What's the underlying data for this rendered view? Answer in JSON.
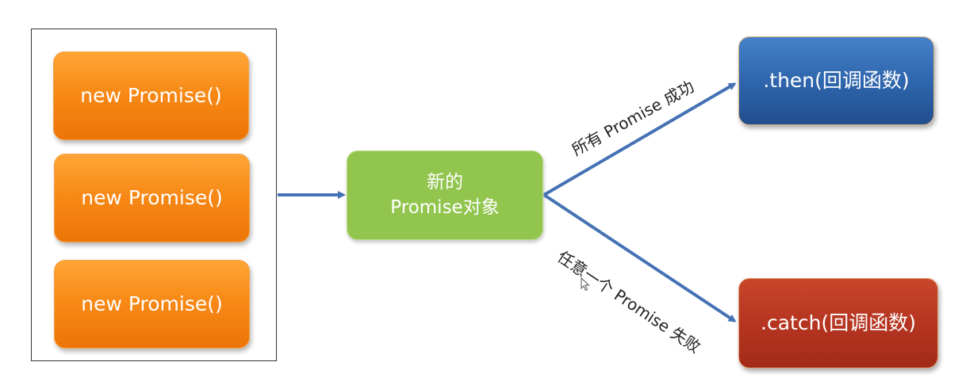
{
  "nodes": {
    "promises": [
      {
        "label": "new Promise()"
      },
      {
        "label": "new Promise()"
      },
      {
        "label": "new Promise()"
      }
    ],
    "new_promise": {
      "line1": "新的",
      "line2": "Promise对象"
    },
    "then": {
      "label": ".then(回调函数)"
    },
    "catch": {
      "label": ".catch(回调函数)"
    }
  },
  "edges": {
    "to_then_label": "所有 Promise 成功",
    "to_catch_label": "任意一个 Promise 失败"
  },
  "colors": {
    "promise_orange": "#f88a17",
    "new_green": "#91c54e",
    "then_blue": "#2f66ad",
    "catch_red": "#b63521",
    "arrow_blue": "#4472b4"
  },
  "icons": {
    "cursor": "mouse-pointer-icon"
  }
}
